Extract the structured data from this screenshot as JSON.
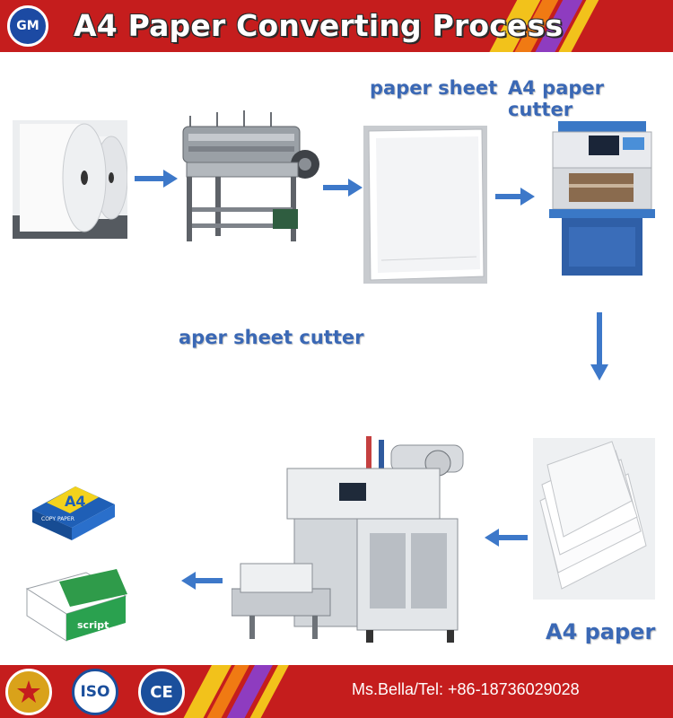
{
  "header": {
    "logo_text": "GM",
    "title": "A4 Paper Converting Process"
  },
  "labels": {
    "paper_sheet": "paper sheet",
    "a4_paper_cutter": "A4 paper cutter",
    "paper_sheet_cutter": "aper sheet cutter",
    "a4_paper": "A4 paper"
  },
  "products": {
    "ream1_brand": "A4",
    "ream1_sub": "COPY PAPER",
    "ream2_brand": "script"
  },
  "footer": {
    "badge_iso": "ISO",
    "badge_ce": "CE",
    "contact": "Ms.Bella/Tel: +86-18736029028"
  },
  "colors": {
    "brand_red": "#c51d1d",
    "label_blue": "#3a68b5",
    "arrow_blue": "#3d78c9"
  }
}
